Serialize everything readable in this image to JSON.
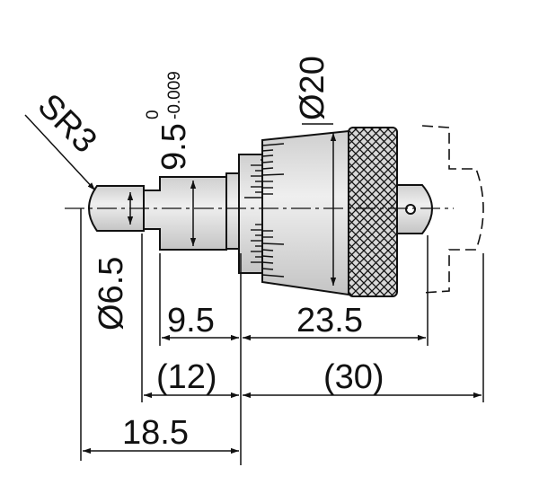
{
  "drawing": {
    "spherical_radius": "SR3",
    "spindle_diameter": "Ø6.5",
    "sleeve_diameter_nominal": "9.5",
    "sleeve_tol_upper": "0",
    "sleeve_tol_lower": "-0.009",
    "thimble_diameter": "Ø20",
    "sleeve_length": "9.5",
    "sleeve_length_ref": "(12)",
    "body_length": "23.5",
    "body_length_ref": "(30)",
    "overall_length": "18.5"
  },
  "colors": {
    "line": "#111111",
    "part_fill": "#dcdcdc",
    "background": "#ffffff"
  }
}
